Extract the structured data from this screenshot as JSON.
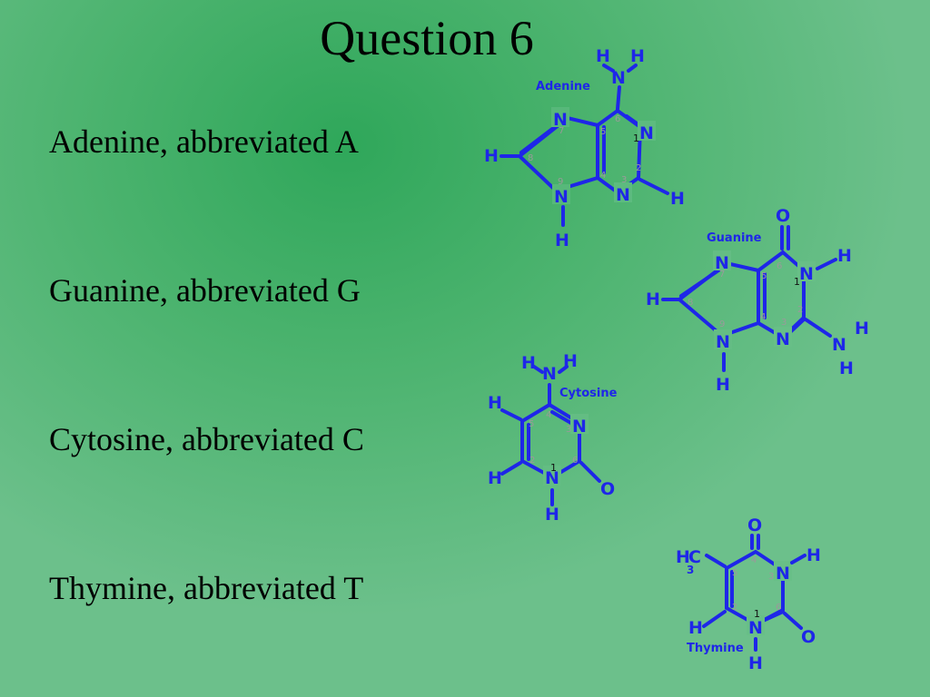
{
  "slide": {
    "title": "Question 6",
    "bullets": [
      "Adenine, abbreviated A",
      "Guanine, abbreviated G",
      "Cytosine, abbreviated C",
      "Thymine, abbreviated T"
    ]
  },
  "molecules": {
    "adenine": {
      "label": "Adenine"
    },
    "guanine": {
      "label": "Guanine"
    },
    "cytosine": {
      "label": "Cytosine"
    },
    "thymine": {
      "label": "Thymine"
    }
  },
  "colors": {
    "structure": "#1e26e8",
    "background": "#4bb36e",
    "text": "#000000"
  }
}
